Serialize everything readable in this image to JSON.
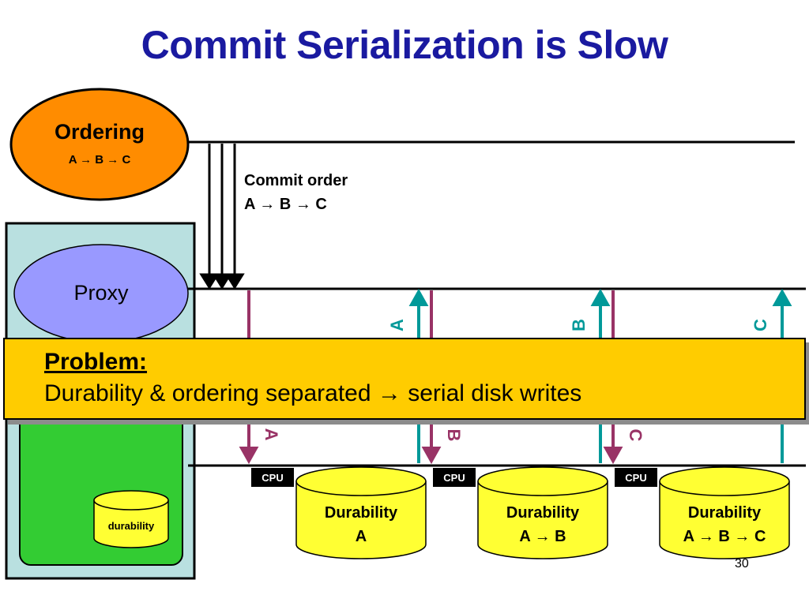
{
  "slide": {
    "title": "Commit Serialization is Slow",
    "page_number": "30"
  },
  "ordering": {
    "label": "Ordering",
    "sequence": "A → B → C"
  },
  "proxy": {
    "label": "Proxy"
  },
  "local_store": {
    "label": "durability"
  },
  "commit_order": {
    "line1": "Commit order",
    "line2": "A → B → C"
  },
  "problem": {
    "heading": "Problem:",
    "text": "Durability & ordering separated → serial disk writes"
  },
  "cpus": [
    {
      "label": "CPU"
    },
    {
      "label": "CPU"
    },
    {
      "label": "CPU"
    }
  ],
  "durability_nodes": [
    {
      "line1": "Durability",
      "line2": "A"
    },
    {
      "line1": "Durability",
      "line2": "A → B"
    },
    {
      "line1": "Durability",
      "line2": "A → B → C"
    }
  ],
  "vertical_labels": {
    "down": [
      "t A",
      "t B",
      "t C"
    ],
    "up": [
      "A",
      "B",
      "C"
    ]
  },
  "colors": {
    "title": "#1a1aa0",
    "ordering_fill": "#ff8c00",
    "proxy_fill": "#9999ff",
    "panel_fill": "#b9e0e0",
    "green_fill": "#33cc33",
    "cylinder_fill": "#ffff33",
    "problem_fill": "#ffcc00",
    "arrow_down": "#993366",
    "arrow_up": "#009999"
  }
}
